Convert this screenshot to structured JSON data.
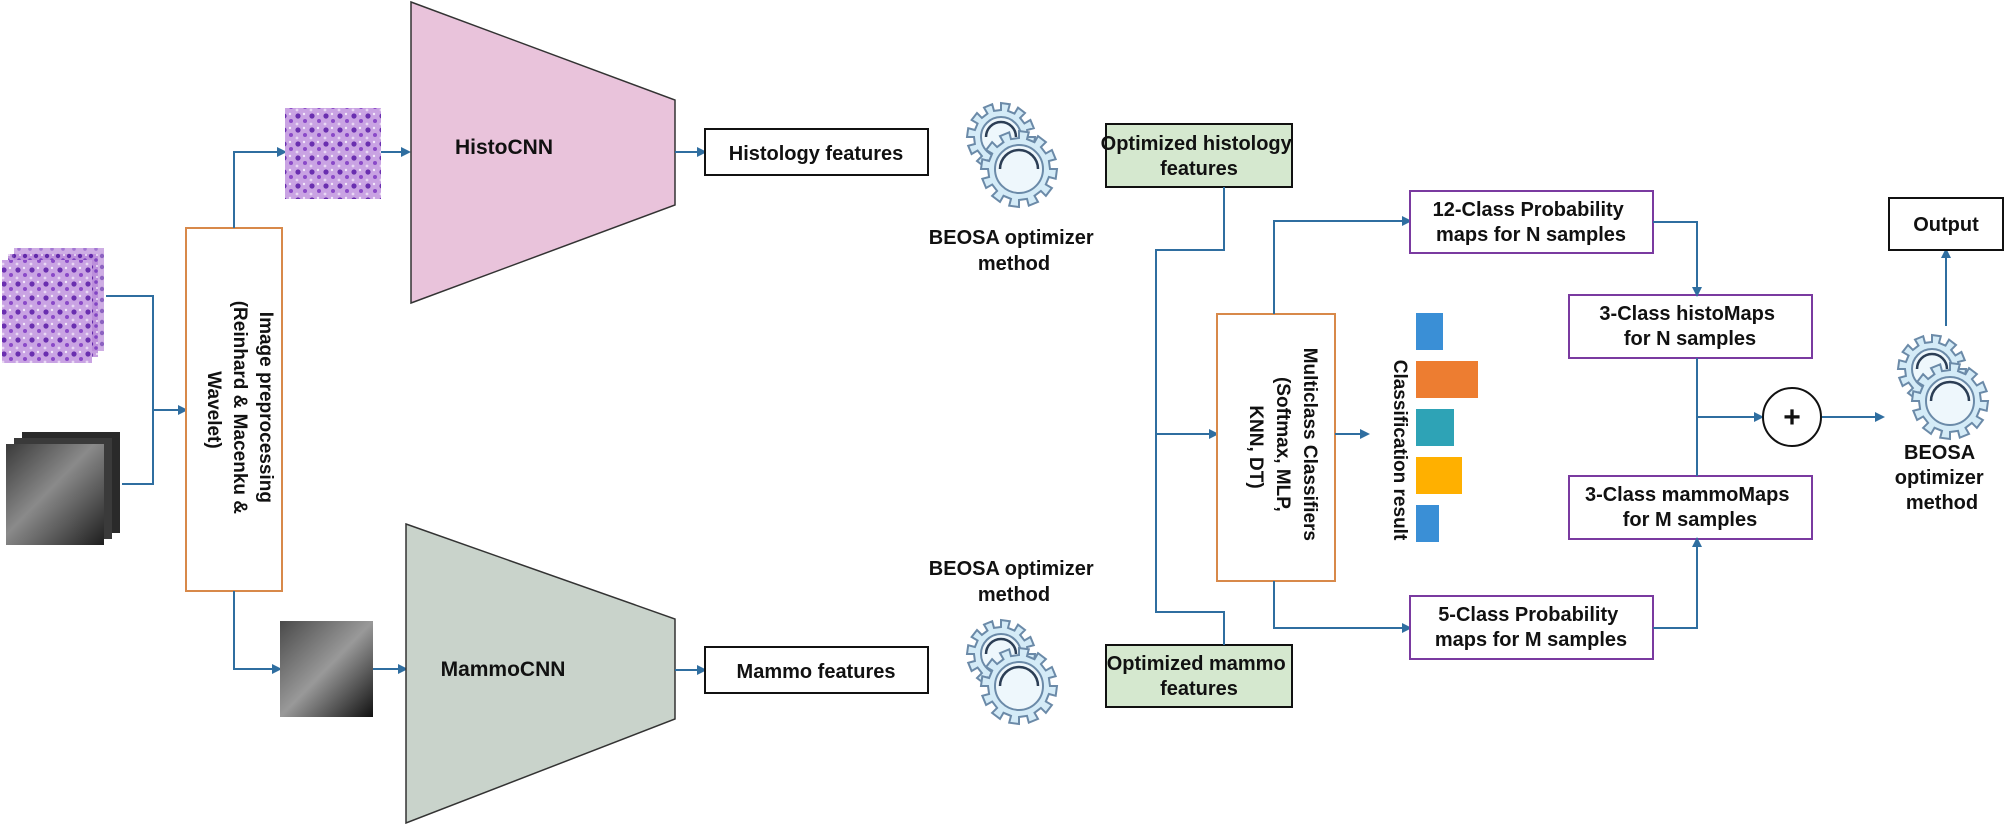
{
  "diagram": {
    "preprocessing": {
      "lines": [
        "Image preprocessing",
        "(Reinhard & Macenku &",
        "Wavelet)"
      ]
    },
    "histocnn": {
      "label": "HistoCNN",
      "color": "#e9c3db"
    },
    "mammocnn": {
      "label": "MammoCNN",
      "color": "#c9d3cb"
    },
    "histology_features": "Histology features",
    "mammo_features": "Mammo features",
    "beosa_top": {
      "lines": [
        "BEOSA optimizer",
        "method"
      ]
    },
    "beosa_bottom": {
      "lines": [
        "BEOSA optimizer",
        "method"
      ]
    },
    "beosa_right": {
      "lines": [
        "BEOSA",
        "optimizer",
        "method"
      ]
    },
    "optimized_histology": {
      "lines": [
        "Optimized histology",
        "features"
      ]
    },
    "optimized_mammo": {
      "lines": [
        "Optimized mammo",
        "features"
      ]
    },
    "classifiers": {
      "lines": [
        "Multiclass Classifiers",
        "(Softmax, MLP,",
        "KNN, DT)"
      ]
    },
    "classification_result": "Classification result",
    "result_bars": [
      {
        "value": 0.34,
        "color": "#3a8fd6"
      },
      {
        "value": 0.78,
        "color": "#ed7d31"
      },
      {
        "value": 0.47,
        "color": "#2ea3b6"
      },
      {
        "value": 0.58,
        "color": "#ffb000"
      },
      {
        "value": 0.29,
        "color": "#3a8fd6"
      }
    ],
    "prob12": {
      "lines": [
        "12-Class Probability",
        "maps for N samples"
      ]
    },
    "histomaps": {
      "lines": [
        "3-Class histoMaps",
        "for N samples"
      ]
    },
    "mammomaps": {
      "lines": [
        "3-Class mammoMaps",
        "for M samples"
      ]
    },
    "prob5": {
      "lines": [
        "5-Class Probability",
        "maps for M samples"
      ]
    },
    "combine_symbol": "+",
    "output": "Output",
    "colors": {
      "arrow": "#2f6ea0",
      "green_box": "#d5e8cf",
      "orange_border": "#d8894a",
      "purple_border": "#7a3aa0",
      "gear_fill": "#d4ebf7",
      "gear_stroke": "#6b8aa8"
    }
  }
}
